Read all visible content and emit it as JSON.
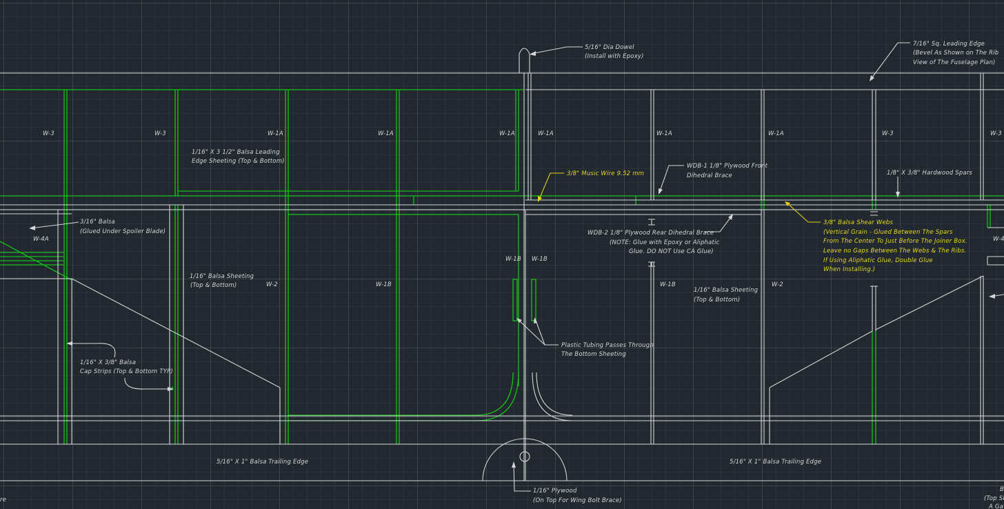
{
  "colors": {
    "background": "#212830",
    "outline": "#d6d6d6",
    "balsa_parts": "#17c217",
    "annotation_highlight": "#e0d21a"
  },
  "rib_labels": [
    "W-3",
    "W-3",
    "W-1A",
    "W-1A",
    "W-1A",
    "W-1A",
    "W-1A",
    "W-1A",
    "W-3",
    "W-3",
    "W-4A",
    "W-2",
    "W-1B",
    "W-1B",
    "W-1B",
    "W-1B",
    "W-2",
    "W-4"
  ],
  "callouts": {
    "dowel": [
      "5/16\" Dia Dowel",
      "(Install with Epoxy)"
    ],
    "leading_edge": [
      "7/16\" Sq. Leading Edge",
      "(Bevel As Shown on The Rib",
      "View of The Fuselage Plan)"
    ],
    "le_sheeting": [
      "1/16\" X 3 1/2\" Balsa Leading",
      "Edge Sheeting (Top & Bottom)"
    ],
    "music_wire": [
      "3/8\" Music Wire 9.52 mm"
    ],
    "front_dihedral": [
      "WDB-1  1/8\" Plywood Front",
      "Dihedral Brace"
    ],
    "hardwood_spars": [
      "1/8\" X 3/8\" Hardwood Spars"
    ],
    "balsa_spoiler": [
      "3/16\" Balsa",
      "(Glued Under Spoiler Blade)"
    ],
    "rear_dihedral": [
      "WDB-2  1/8\" Plywood Rear Dihedral Brace",
      "(NOTE: Glue with Epoxy or Aliphatic",
      "Glue. DO NOT Use CA Glue)"
    ],
    "shear_webs": [
      "3/8\" Balsa Shear Webs",
      "(Vertical Grain - Glued Between The Spars",
      "From The Center To Just Before The Joiner Box.",
      "Leave no Gaps Between The Webs & The Ribs.",
      "If Using Aliphatic Glue, Double Glue",
      "When Installing.)"
    ],
    "sheeting_left": [
      "1/16\" Balsa Sheeting",
      "(Top & Bottom)"
    ],
    "sheeting_right": [
      "1/16\" Balsa Sheeting",
      "(Top & Bottom)"
    ],
    "cap_strips": [
      "1/16\" X 3/8\" Balsa",
      "Cap Strips (Top & Bottom TYP)"
    ],
    "tubing": [
      "Plastic Tubing Passes Through",
      "The Bottom Sheeting"
    ],
    "trailing_left": [
      "5/16\" X 1\" Balsa Trailing Edge"
    ],
    "trailing_right": [
      "5/16\" X 1\" Balsa Trailing Edge"
    ],
    "plywood": [
      "1/16\" Plywood",
      "(On Top For Wing Bolt Brace)"
    ],
    "edge_left": [
      "re"
    ],
    "edge_right": [
      "B",
      "(Top Sh",
      "A Ga"
    ]
  }
}
